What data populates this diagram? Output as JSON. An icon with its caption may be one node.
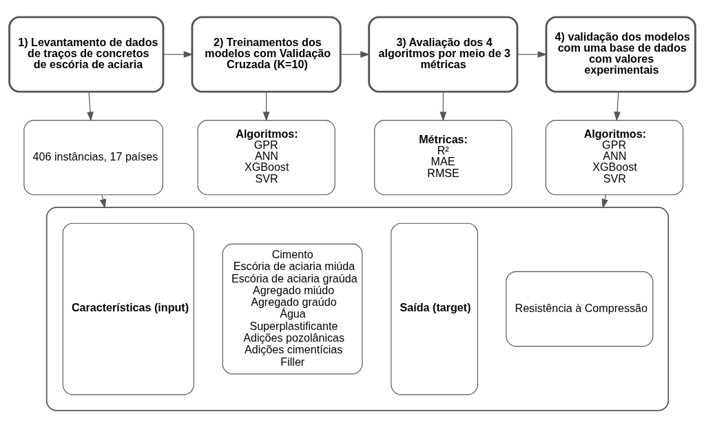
{
  "diagram": {
    "nodes": [
      {
        "text": [
          "1) Levantamento de dados de traços de concretos de escória de aciaria"
        ]
      },
      {
        "text": [
          "2) Treinamentos dos modelos com Validação Cruzada (K=10)"
        ]
      },
      {
        "text": [
          "3) Avaliação dos 4 algoritmos por meio de 3 métricas"
        ]
      },
      {
        "text": [
          "4) validação dos modelos com uma base de dados com valores experimentais"
        ]
      },
      {
        "text": [
          "406 instâncias, 17 países"
        ]
      },
      {
        "text": [
          "Algoritmos:",
          "GPR",
          "ANN",
          "XGBoost",
          "SVR"
        ]
      },
      {
        "text": [
          "Métricas:",
          "R²",
          "MAE",
          "RMSE"
        ]
      },
      {
        "text": [
          "Algoritmos:",
          "GPR",
          "ANN",
          "XGBoost",
          "SVR"
        ]
      },
      {
        "text": [],
        "shape": "box"
      },
      {
        "text": [
          "Características (input)"
        ],
        "in": 8
      },
      {
        "text": [
          "Cimento",
          "Escória de aciaria miúda",
          "Escória de aciaria graúda",
          "Agregado miúdo",
          "Agregado graúdo",
          "Água",
          "Superplastificante",
          "Adições pozolânicas",
          "Adições cimentícias",
          "Filler"
        ],
        "in": 8
      },
      {
        "text": [
          "Saída (target)"
        ],
        "in": 8
      },
      {
        "text": [
          "Resistência à Compressão"
        ],
        "in": 8
      }
    ],
    "edges": [
      {
        "from": 0,
        "to": 1,
        "arrow": "to"
      },
      {
        "from": 1,
        "to": 2,
        "arrow": "to"
      },
      {
        "from": 2,
        "to": 3,
        "arrow": "to"
      },
      {
        "from": 0,
        "to": 4,
        "arrow": "to"
      },
      {
        "from": 1,
        "to": 5,
        "arrow": "to"
      },
      {
        "from": 2,
        "to": 6,
        "arrow": "to"
      },
      {
        "from": 3,
        "to": 7,
        "arrow": "to"
      },
      {
        "from": 4,
        "to": 8,
        "arrow": "to"
      },
      {
        "from": 7,
        "to": 8,
        "arrow": "to"
      }
    ]
  }
}
